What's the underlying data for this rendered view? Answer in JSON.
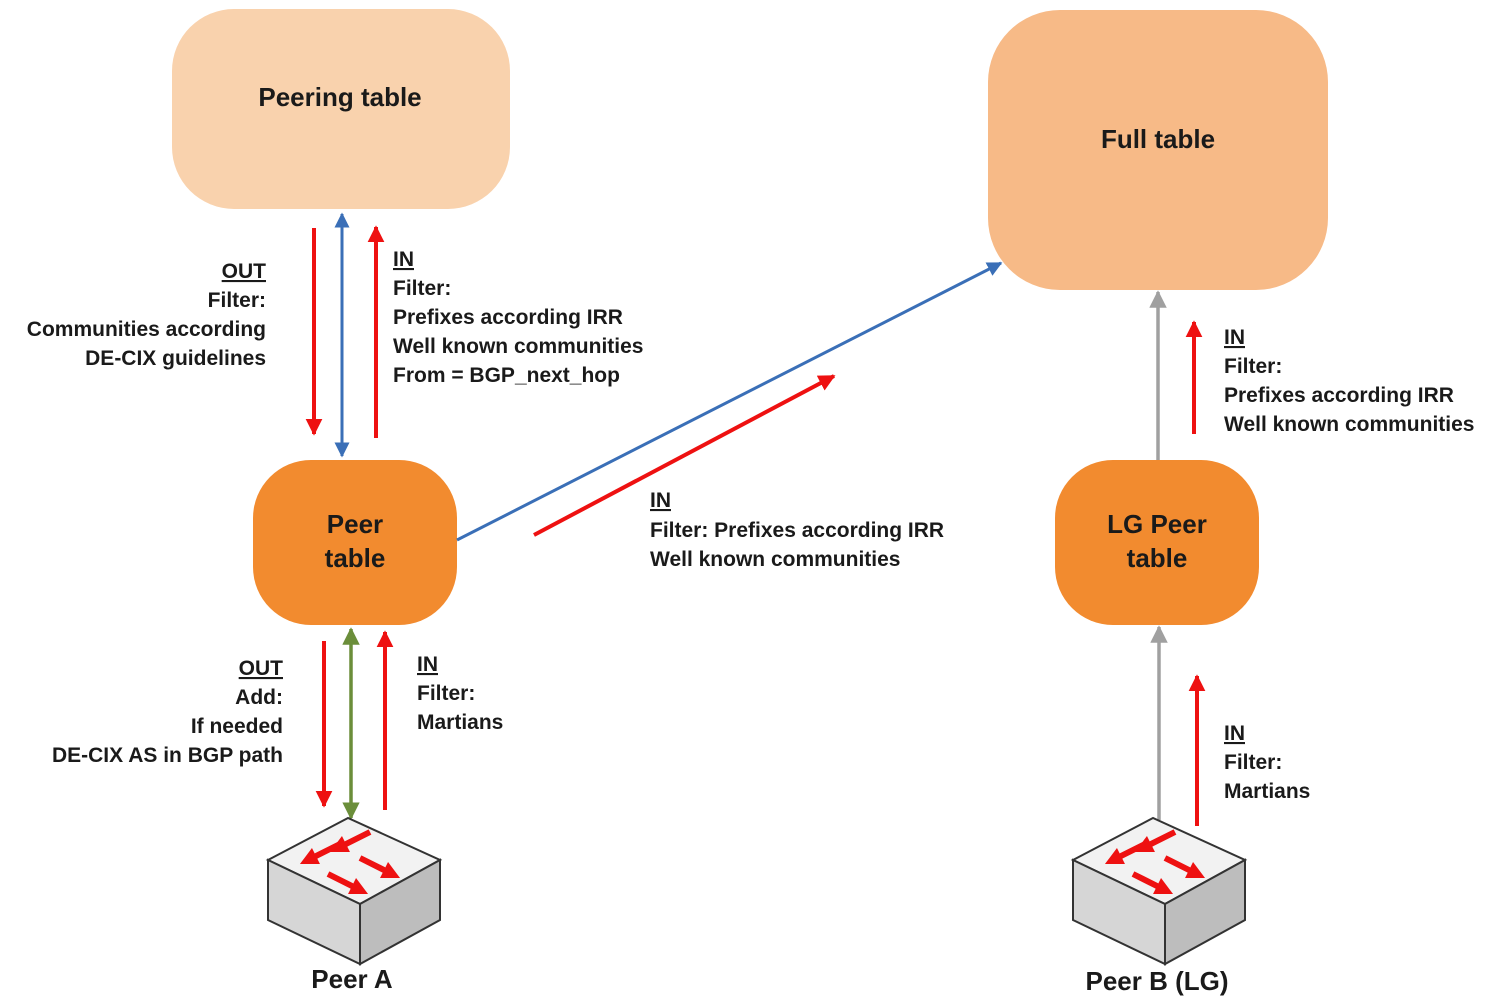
{
  "colors": {
    "peering_table_fill": "#f9d2ad",
    "full_table_fill": "#f7ba87",
    "peer_table_fill": "#f28b2f",
    "arrow_red": "#ee1111",
    "arrow_blue": "#3a6fb7",
    "arrow_green": "#6b8e3a",
    "arrow_gray": "#a0a0a0"
  },
  "nodes": {
    "peering_table": "Peering table",
    "full_table": "Full table",
    "peer_table_line1": "Peer",
    "peer_table_line2": "table",
    "lg_peer_table_line1": "LG Peer",
    "lg_peer_table_line2": "table",
    "peer_a": "Peer A",
    "peer_b": "Peer B (LG)"
  },
  "icons": {
    "peer_a_router": "switch-router-icon",
    "peer_b_router": "switch-router-icon"
  },
  "annotations": {
    "peering_out": {
      "title": "OUT",
      "lines": [
        "Filter:",
        "Communities according",
        "DE-CIX guidelines"
      ]
    },
    "peering_in": {
      "title": "IN",
      "lines": [
        "Filter:",
        "Prefixes according IRR",
        "Well known communities",
        "From = BGP_next_hop"
      ]
    },
    "full_in_from_peer": {
      "title": "IN",
      "lines": [
        "Filter: Prefixes according IRR",
        "Well known communities"
      ]
    },
    "full_in_from_lg": {
      "title": "IN",
      "lines": [
        "Filter:",
        "Prefixes according IRR",
        "Well known communities"
      ]
    },
    "peer_a_out": {
      "title": "OUT",
      "lines": [
        "Add:",
        "If needed",
        "DE-CIX AS in BGP path"
      ]
    },
    "peer_a_in": {
      "title": "IN",
      "lines": [
        "Filter:",
        "Martians"
      ]
    },
    "peer_b_in": {
      "title": "IN",
      "lines": [
        "Filter:",
        "Martians"
      ]
    }
  }
}
